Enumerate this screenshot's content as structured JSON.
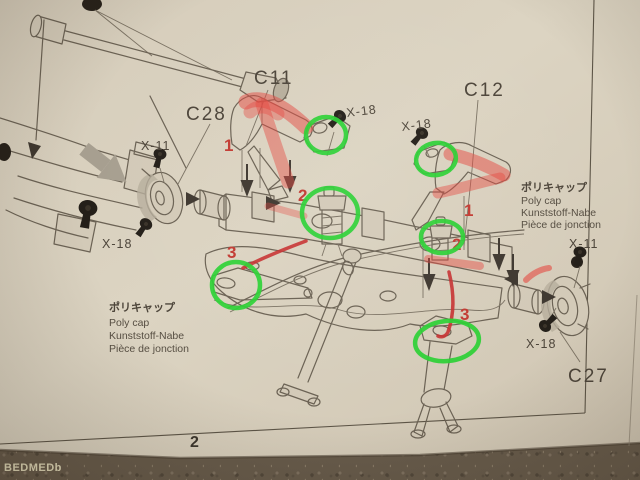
{
  "photo": {
    "watermark": "BEDMEDb",
    "page_number": "2"
  },
  "parts": {
    "c11": "C11",
    "c12": "C12",
    "c28": "C28",
    "c27": "C27"
  },
  "fasteners": {
    "x11": "X-11",
    "x18": "X-18"
  },
  "polycap": {
    "jp": "ポリキャップ",
    "en": "Poly cap",
    "de": "Kunststoff-Nabe",
    "fr": "Pièce de jonction"
  },
  "red_numbers": [
    "1",
    "2",
    "3",
    "1",
    "2",
    "3"
  ],
  "colors": {
    "marker_green": "#2bd134",
    "marker_red": "#e4473f",
    "paper": "#d8cfbd",
    "carpet": "#675b4b",
    "print_line": "#6b6254"
  }
}
